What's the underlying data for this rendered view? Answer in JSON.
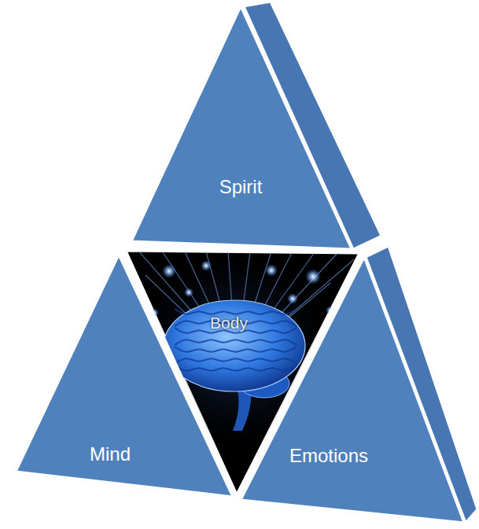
{
  "diagram": {
    "nodes": [
      {
        "text": [
          "Spirit"
        ]
      },
      {
        "text": [
          "Body"
        ]
      },
      {
        "text": [
          "Mind"
        ]
      },
      {
        "text": [
          "Emotions"
        ]
      }
    ]
  }
}
